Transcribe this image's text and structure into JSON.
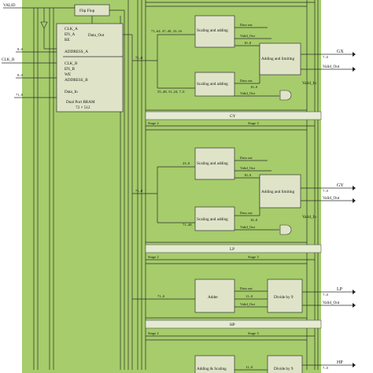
{
  "colors": {
    "background": "#a6cc6b",
    "block": "#dfe4c9",
    "band": "#e4ebd2",
    "line": "#2b2b2b"
  },
  "inputs": {
    "valid": "VALID",
    "clk_b": "CLK_B",
    "bus_8_0_a": "8–0",
    "bus_8_0_b": "8–0",
    "bus_71_0": "71–0"
  },
  "flip_flop": "Flip Flop",
  "bram": {
    "ports_a": [
      "CLK_A",
      "EN_A",
      "RE",
      "ADDRESS_A"
    ],
    "data_out": "Data_Out",
    "ports_b": [
      "CLK_B",
      "EN_B",
      "WE",
      "ADDRESS_B",
      "Data_In"
    ],
    "name": "Dual Port BRAM",
    "size": "72 × 512"
  },
  "gx_section": {
    "taps_top": "71–64, 47–40, 23–16",
    "taps_bottom": "55–48, 31–24, 7–0",
    "bus_in": "71–0",
    "scale_top": "Scaling and adding",
    "scale_bottom": "Scaling and adding",
    "data_out_top": "Data out",
    "valid_out_top": "Valid_Out",
    "data_out_bottom": "Data out",
    "valid_out_bottom": "Valid_Out",
    "bits_top": "10–0",
    "bits_bottom": "10–0",
    "limit": "Adding and limiting",
    "out_bits": "7–0",
    "out_name": "GX",
    "valid_out": "Valid_Out",
    "valid_in": "Valid_In",
    "stage_left": "Stage 2",
    "stage_right": "Stage 3",
    "band_label": "GY"
  },
  "gy_section": {
    "taps_top": "23–0",
    "taps_bottom": "71–48",
    "bus_in": "71–0",
    "scale_top": "Scaling and adding",
    "scale_bottom": "Scaling and adding",
    "data_out_top": "Data out",
    "valid_out_top": "Valid_Out",
    "data_out_bottom": "Data out",
    "valid_out_bottom": "Valid_Out",
    "bits_top": "10–0",
    "bits_bottom": "10–0",
    "limit": "Adding and limiting",
    "out_bits": "7–0",
    "out_name": "GY",
    "valid_out": "Valid_Out",
    "valid_in": "Valid_In",
    "stage_left": "Stage 2",
    "stage_right": "Stage 3",
    "band_label": "LP"
  },
  "lp_section": {
    "bus_in": "71–0",
    "adder": "Adder",
    "data_out": "Data out",
    "bits": "11–0",
    "valid_out": "Valid_Out",
    "divide": "Divide by 9",
    "out_bits": "7–0",
    "out_name": "LP",
    "valid_out2": "Valid_Out",
    "band_label": "HP",
    "stage_left": "Stage 2",
    "stage_right": "Stage 3"
  },
  "hp_section": {
    "adder": "Adding & Scaling",
    "bits": "11–0",
    "divide": "Divide by 9",
    "out_bits": "7–0",
    "out_name": "HP"
  }
}
